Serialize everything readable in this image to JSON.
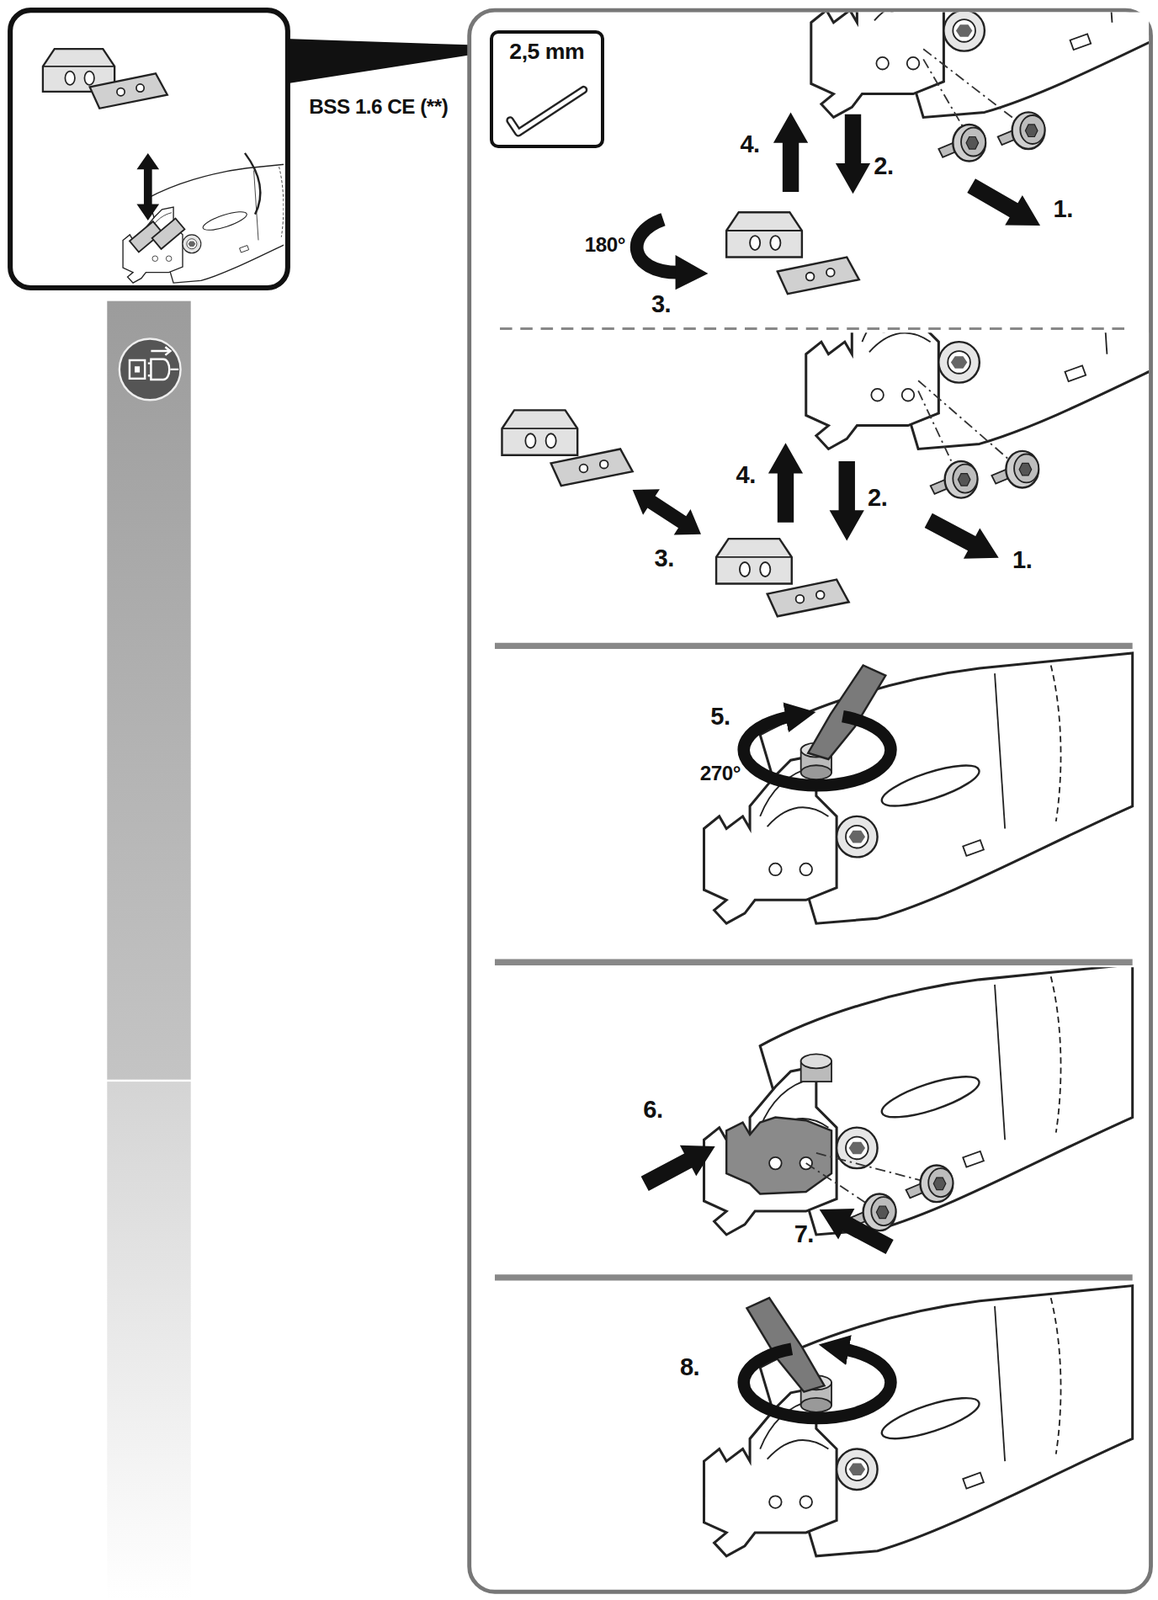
{
  "diagram": {
    "nodes": [
      {
        "text": [
          "2,5 mm"
        ]
      }
    ],
    "labels": [
      "BSS 1.6 CE (**)",
      "4.",
      "2.",
      "1.",
      "180°",
      "3.",
      "4.",
      "2.",
      "3.",
      "1.",
      "5.",
      "270°",
      "6.",
      "7.",
      "8."
    ]
  }
}
